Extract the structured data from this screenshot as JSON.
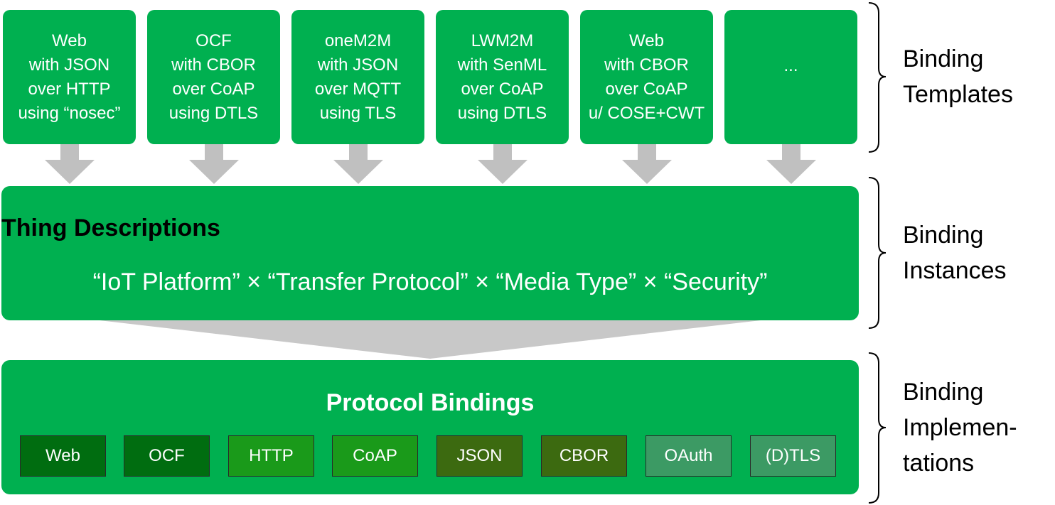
{
  "templates": [
    {
      "lines": [
        "Web",
        "with JSON",
        "over HTTP",
        "using “nosec”"
      ]
    },
    {
      "lines": [
        "OCF",
        "with CBOR",
        "over CoAP",
        "using DTLS"
      ]
    },
    {
      "lines": [
        "oneM2M",
        "with JSON",
        "over MQTT",
        "using TLS"
      ]
    },
    {
      "lines": [
        "LWM2M",
        "with SenML",
        "over CoAP",
        "using DTLS"
      ]
    },
    {
      "lines": [
        "Web",
        "with CBOR",
        "over CoAP",
        "u/ COSE+CWT"
      ]
    },
    {
      "lines": [
        "..."
      ]
    }
  ],
  "thing_descriptions": {
    "title": "Thing Descriptions",
    "formula": "“IoT Platform” × “Transfer Protocol” × “Media Type” × “Security”"
  },
  "protocol_bindings": {
    "title": "Protocol Bindings",
    "chips": [
      {
        "label": "Web",
        "color": "#006d10"
      },
      {
        "label": "OCF",
        "color": "#006d10"
      },
      {
        "label": "HTTP",
        "color": "#1a9a1a"
      },
      {
        "label": "CoAP",
        "color": "#1a9a1a"
      },
      {
        "label": "JSON",
        "color": "#3c6a10"
      },
      {
        "label": "CBOR",
        "color": "#3c6a10"
      },
      {
        "label": "OAuth",
        "color": "#3c9a64"
      },
      {
        "label": "(D)TLS",
        "color": "#3c9a64"
      }
    ]
  },
  "layer_labels": [
    {
      "lines": [
        "Binding",
        "Templates"
      ]
    },
    {
      "lines": [
        "Binding",
        "Instances"
      ]
    },
    {
      "lines": [
        "Binding",
        "Implemen-",
        "tations"
      ]
    }
  ],
  "colors": {
    "primary_green": "#00b050",
    "arrow_gray": "#c0c0c0"
  }
}
